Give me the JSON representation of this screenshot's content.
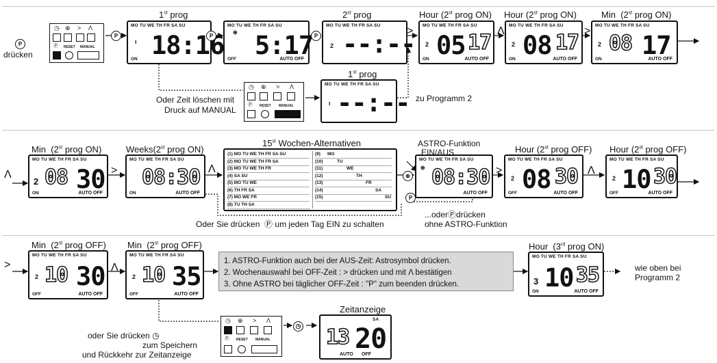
{
  "days": "MO  TU  WE  TH  FR  SA  SU",
  "labels": {
    "auto_off": "AUTO OFF",
    "on": "ON",
    "off": "OFF",
    "reset": "RESET",
    "manual": "MANUAL",
    "p": "P"
  },
  "row1": {
    "druecken": "drücken",
    "t1": "prog",
    "t2": "prog",
    "t3": "prog",
    "t4": "prog",
    "sup1": "st",
    "sup2": "st",
    "sup3": "st",
    "sup4": "st",
    "sup5": "st",
    "num1": "1",
    "num2": "2",
    "num3": "2",
    "num4": "2",
    "num5": "2",
    "num6": "1",
    "hour1": "Hour",
    "hour1_paren": "(2",
    "hour1_tail": " prog ON)",
    "hour2": "Hour",
    "hour2_paren": "(2",
    "hour2_tail": " prog ON)",
    "min1": "Min",
    "min1_paren": "(2",
    "min1_tail": " prog ON)",
    "lcd1_digits": "18:16",
    "lcd2_digits": "5:17",
    "lcd3_digits": "--:--",
    "lcd4_digits": "05",
    "lcd4_ghost": "17",
    "lcd5_digits": "08",
    "lcd5_ghost": "17",
    "lcd6_ghost": "08",
    "lcd6_digits": "17",
    "lcd7_digits": "--:--",
    "oder_text_1": "Oder Zeit löschen mit",
    "oder_text_2": "Druck auf MANUAL",
    "zu_programm": "zu Programm 2"
  },
  "row2": {
    "min_label": "Min",
    "min_paren": "(2",
    "min_tail": " prog ON)",
    "min_sup": "st",
    "weeks_label": "Weeks",
    "weeks_paren": "(2",
    "weeks_tail": " prog ON)",
    "weeks_sup": "st",
    "wochen_num": "15",
    "wochen_sup": "st",
    "wochen_title": " Wochen-Alternativen",
    "astro_1": "ASTRO-Funktion",
    "astro_2": "EIN/AUS",
    "hour_a": "Hour",
    "hour_a_paren": "(2",
    "hour_a_tail": " prog OFF)",
    "hour_a_sup": "st",
    "hour_b": "Hour",
    "hour_b_paren": "(2",
    "hour_b_tail": " prog OFF)",
    "hour_b_sup": "st",
    "lcdA_ghost": "08",
    "lcdA_digits": "30",
    "lcdA_num": "2",
    "lcdB_ghost": "08:30",
    "lcdC_ghost": "08:30",
    "lcdD_digits": "08",
    "lcdD_ghost": "30",
    "lcdE_digits": "10",
    "lcdE_ghost": "30",
    "oder_sie": "Oder Sie drücken",
    "oder_sie_tail": "um jeden Tag EIN zu schalten",
    "oder_druecken_1": "...oder",
    "oder_druecken_1b": "drücken",
    "oder_druecken_2": "ohne ASTRO-Funktion",
    "weeks_left": [
      {
        "n": "1",
        "text": "MO  TU  WE  TH  FR  SA  SU"
      },
      {
        "n": "2",
        "text": "MO  TU  WE  TH  FR  SA"
      },
      {
        "n": "3",
        "text": "MO  TU  WE  TH  FR"
      },
      {
        "n": "4",
        "text": "SA  SU"
      },
      {
        "n": "5",
        "text": "MO  TU  WE"
      },
      {
        "n": "6",
        "text": "TH  FR  SA"
      },
      {
        "n": "7",
        "text": "MO  WE  FR"
      },
      {
        "n": "8",
        "text": "TU  TH  SA"
      }
    ],
    "weeks_right": [
      {
        "n": "9",
        "text": "MO"
      },
      {
        "n": "10",
        "text": "TU"
      },
      {
        "n": "11",
        "text": "WE"
      },
      {
        "n": "12",
        "text": "TH"
      },
      {
        "n": "13",
        "text": "FR"
      },
      {
        "n": "14",
        "text": "SA"
      },
      {
        "n": "15",
        "text": "SU"
      }
    ]
  },
  "row3": {
    "min1": "Min",
    "min1_paren": "(2",
    "min1_tail": " prog OFF)",
    "min1_sup": "st",
    "min2": "Min",
    "min2_paren": "(2",
    "min2_tail": " prog OFF)",
    "min2_sup": "st",
    "lcdF_ghost": "10",
    "lcdF_digits": "30",
    "lcdG_ghost": "10",
    "lcdG_digits": "35",
    "notes": [
      "1. ASTRO-Funktion auch bei der AUS-Zeit: Astrosymbol drücken.",
      "2. Wochenauswahl bei OFF-Zeit : > drücken und mit Λ bestätigen",
      "3. Ohne ASTRO bei täglicher OFF-Zeit : \"P\" zum beenden drücken."
    ],
    "hour3": "Hour",
    "hour3_paren": "(3",
    "hour3_sup": "rd",
    "hour3_tail": " prog ON)",
    "lcdH_num": "3",
    "lcdH_digits": "10",
    "lcdH_ghost": "35",
    "wie_oben_1": "wie oben bei",
    "wie_oben_2": "Programm 2",
    "oder_clock_1": "oder Sie drücken",
    "oder_clock_2": "zum Speichern",
    "oder_clock_3": "und Rückkehr zur Zeitanzeige",
    "zeitanzeige": "Zeitanzeige",
    "zeit_sa": "SA",
    "zeit_ghost": "13",
    "zeit_digits": "20",
    "zeit_auto": "AUTO",
    "zeit_off": "OFF"
  }
}
